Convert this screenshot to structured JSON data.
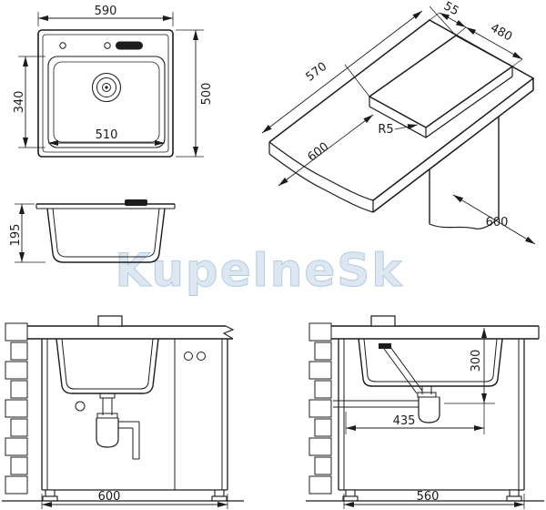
{
  "watermark": {
    "text": "KupelneSk",
    "color": "#dce7f1",
    "outline": "#b5cbdd"
  },
  "drawing": {
    "stroke": "#1c1c1c",
    "background": "#ffffff"
  },
  "top_view": {
    "width": "590",
    "height": "500",
    "bowl_height": "340",
    "bowl_width": "510"
  },
  "profile_view": {
    "height": "195"
  },
  "cutout_view": {
    "edge_offset": "55",
    "cutout_depth": "480",
    "cutout_length": "570",
    "corner_radius": "R5",
    "edge_length": "600",
    "edge_depth": "600"
  },
  "front_view": {
    "cabinet_width": "600"
  },
  "side_view": {
    "drain_height": "300",
    "drain_offset": "435",
    "cabinet_depth": "560"
  }
}
